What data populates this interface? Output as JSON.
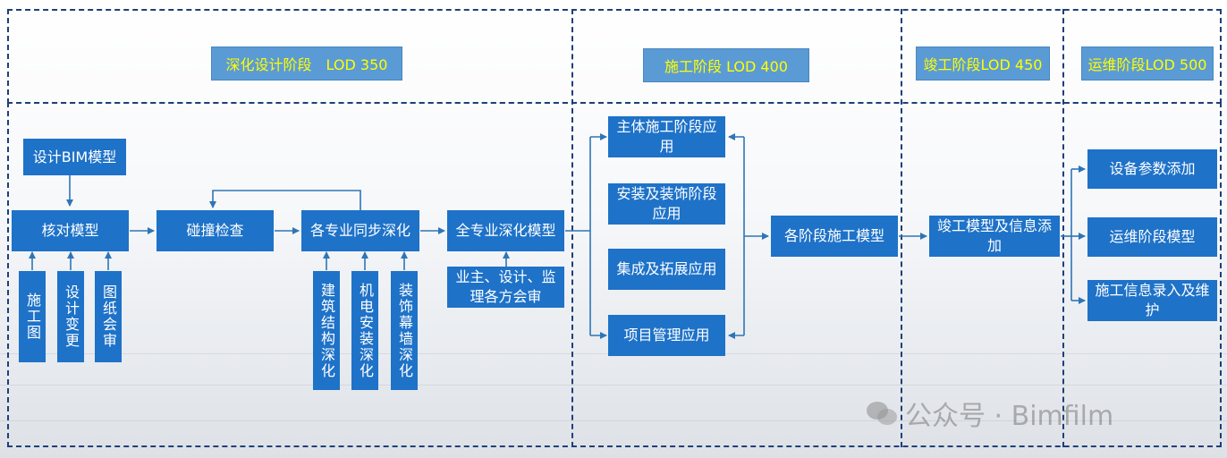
{
  "stages": [
    {
      "id": "stage1",
      "label": "深化设计阶段　LOD 350"
    },
    {
      "id": "stage2",
      "label": "施工阶段 LOD 400"
    },
    {
      "id": "stage3",
      "label": "竣工阶段LOD 450"
    },
    {
      "id": "stage4",
      "label": "运维阶段LOD 500"
    }
  ],
  "nodes": {
    "design_bim": "设计BIM模型",
    "check_model": "核对模型",
    "clash": "碰撞检查",
    "sync_deepen": "各专业同步深化",
    "full_deepen": "全专业深化模型",
    "owner_review": "业主、设计、监理各方会审",
    "in_construction_dwg": "施工图",
    "in_design_change": "设计变更",
    "in_drawing_review": "图纸会审",
    "in_arch": "建筑结构深化",
    "in_mep": "机电安装深化",
    "in_deco": "装饰幕墙深化",
    "main_construction": "主体施工阶段应用",
    "install_deco": "安装及装饰阶段应用",
    "integration": "集成及拓展应用",
    "project_mgmt": "项目管理应用",
    "stage_model": "各阶段施工模型",
    "completion_model": "竣工模型及信息添加",
    "equip_param": "设备参数添加",
    "om_model": "运维阶段模型",
    "construction_info": "施工信息录入及维护"
  },
  "watermark": "公众号 · Bimfilm",
  "colors": {
    "box": "#1e72c8",
    "header": "#5b9bd5",
    "header_text": "#ffff00",
    "frame": "#1f3f78",
    "arrow": "#2e75b6"
  }
}
